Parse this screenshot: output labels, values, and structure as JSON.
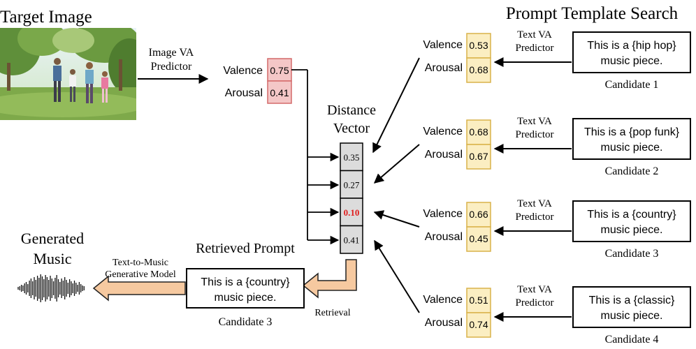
{
  "colors": {
    "image_va_fill": "#f4c7c7",
    "image_va_stroke": "#d46a6a",
    "text_va_fill": "#fbeec2",
    "text_va_stroke": "#d9b24a",
    "distance_fill": "#dcdcdc",
    "highlight": "#e02020",
    "retrieval_arrow_fill": "#f6c9a0",
    "retrieval_arrow_stroke": "#222222"
  },
  "target": {
    "title": "Target Image",
    "predictor_line1": "Image VA",
    "predictor_line2": "Predictor",
    "valence_label": "Valence",
    "arousal_label": "Arousal",
    "valence": "0.75",
    "arousal": "0.41",
    "photo_icon": "family-walking-in-park-photo"
  },
  "search": {
    "title": "Prompt Template Search",
    "predictor_line1": "Text VA",
    "predictor_line2": "Predictor",
    "valence_label": "Valence",
    "arousal_label": "Arousal",
    "candidates": [
      {
        "caption": "Candidate 1",
        "text_line1": "This is a {hip hop}",
        "text_line2": "music piece.",
        "valence": "0.53",
        "arousal": "0.68"
      },
      {
        "caption": "Candidate 2",
        "text_line1": "This is a {pop funk}",
        "text_line2": "music piece.",
        "valence": "0.68",
        "arousal": "0.67"
      },
      {
        "caption": "Candidate 3",
        "text_line1": "This is a {country}",
        "text_line2": "music piece.",
        "valence": "0.66",
        "arousal": "0.45"
      },
      {
        "caption": "Candidate 4",
        "text_line1": "This is a {classic}",
        "text_line2": "music piece.",
        "valence": "0.51",
        "arousal": "0.74"
      }
    ]
  },
  "distance": {
    "title_line1": "Distance",
    "title_line2": "Vector",
    "values": [
      "0.35",
      "0.27",
      "0.10",
      "0.41"
    ],
    "highlight_index": 2
  },
  "retrieval": {
    "label": "Retrieval",
    "title": "Retrieved Prompt",
    "text_line1": "This is a {country}",
    "text_line2": "music piece.",
    "caption": "Candidate 3"
  },
  "generation": {
    "title_line1": "Generated",
    "title_line2": "Music",
    "model_line1": "Text-to-Music",
    "model_line2": "Generative Model",
    "waveform_icon": "audio-waveform-icon"
  }
}
